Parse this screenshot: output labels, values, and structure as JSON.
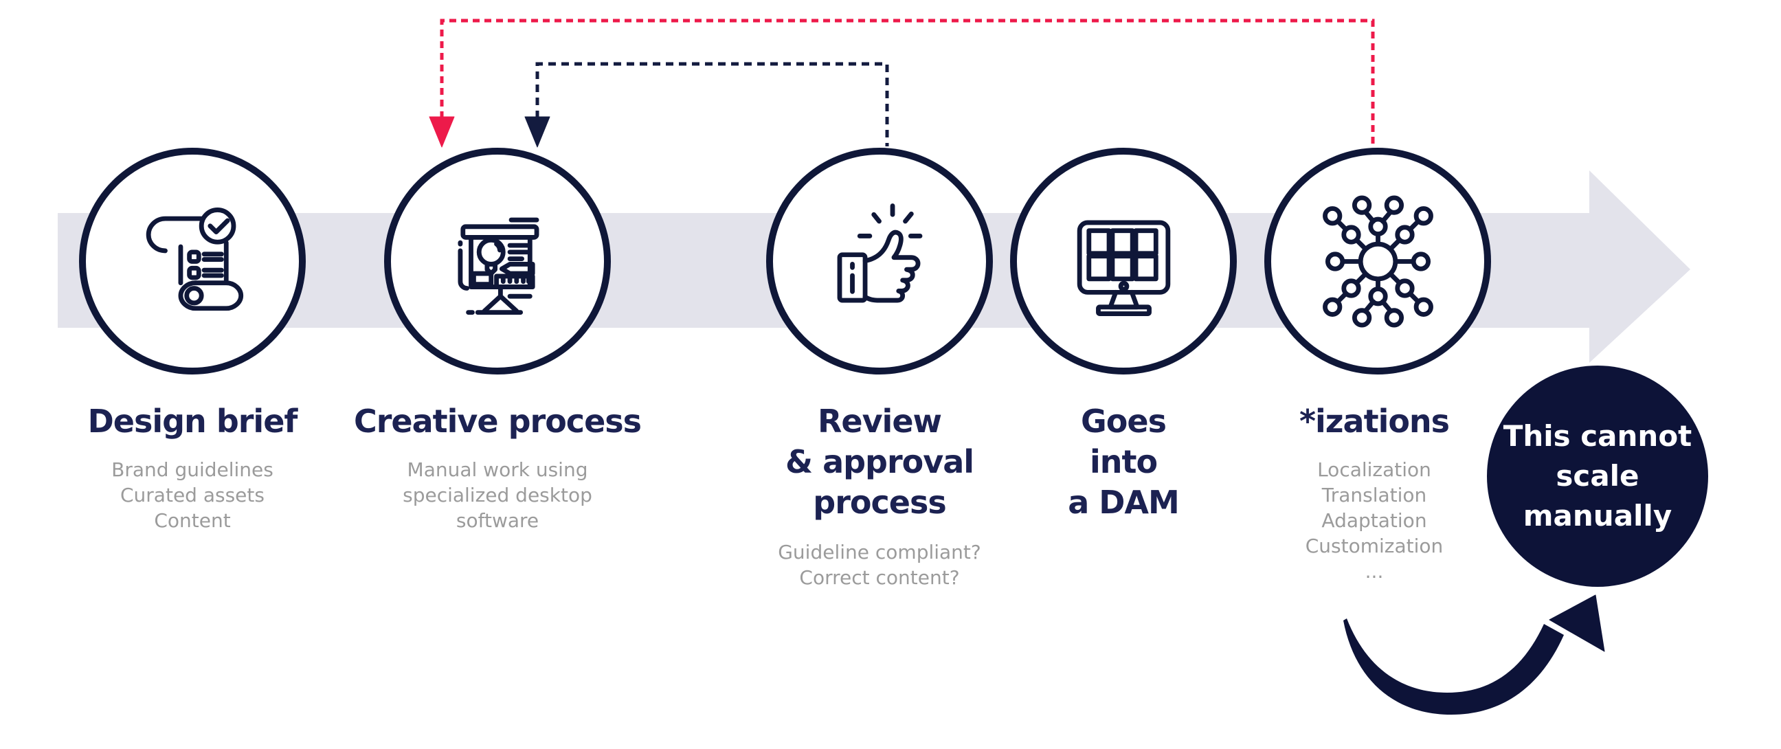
{
  "colors": {
    "navy": "#0d1338",
    "icon_stroke": "#0f1738",
    "title_text": "#1c2252",
    "muted_text": "#9b9b9b",
    "band_gray": "#e3e3eb",
    "red_accent": "#ed1a4a",
    "callout_text_color": "#ffffff"
  },
  "steps": [
    {
      "title_lines": [
        "Design brief"
      ],
      "subtitle_lines": [
        "Brand guidelines",
        "Curated assets",
        "Content"
      ],
      "icon": "scroll-checklist-icon"
    },
    {
      "title_lines": [
        "Creative process"
      ],
      "subtitle_lines": [
        "Manual work using",
        "specialized desktop",
        "software"
      ],
      "icon": "drawing-board-icon"
    },
    {
      "title_lines": [
        "Review",
        "& approval",
        "process"
      ],
      "subtitle_lines": [
        "Guideline compliant?",
        "Correct content?"
      ],
      "icon": "thumbs-up-icon"
    },
    {
      "title_lines": [
        "Goes",
        "into",
        "a DAM"
      ],
      "subtitle_lines": [],
      "icon": "monitor-grid-icon"
    },
    {
      "title_lines": [
        "*izations"
      ],
      "subtitle_lines": [
        "Localization",
        "Translation",
        "Adaptation",
        "Customization",
        "..."
      ],
      "icon": "hub-network-icon"
    }
  ],
  "callout": {
    "lines": [
      "This cannot",
      "scale",
      "manually"
    ]
  },
  "arrows": {
    "flow": "left-to-right",
    "red_loop": "from *izations back to Creative process",
    "navy_loop": "from Review & approval back to Creative process",
    "swoosh": "from below *izations up to callout circle"
  }
}
